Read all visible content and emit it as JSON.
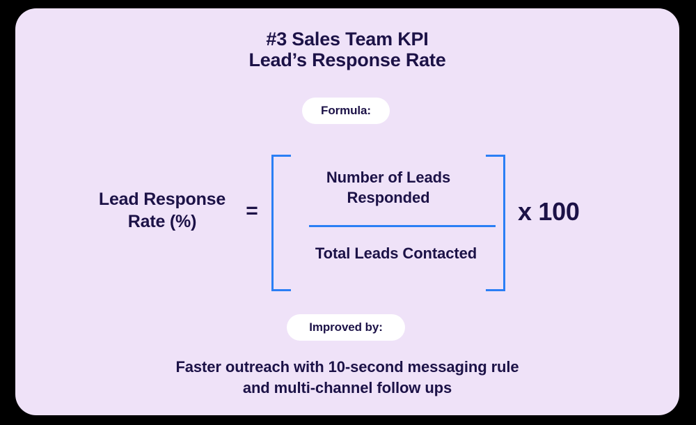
{
  "card": {
    "background_color": "#EFE2F8",
    "outer_background_color": "#000000",
    "accent_color": "#2B7FF5",
    "text_color": "#1C1247"
  },
  "title": {
    "line1": "#3 Sales Team KPI",
    "line2": "Lead’s Response Rate"
  },
  "badges": {
    "formula_label": "Formula:",
    "improved_label": "Improved by:"
  },
  "formula": {
    "left_side_line1": "Lead Response",
    "left_side_line2": "Rate (%)",
    "equals_sign": "=",
    "numerator_line1": "Number of Leads",
    "numerator_line2": "Responded",
    "denominator": "Total Leads Contacted",
    "multiplier": "x 100"
  },
  "caption": {
    "line1": "Faster outreach with 10-second messaging rule",
    "line2": "and multi-channel follow ups"
  }
}
